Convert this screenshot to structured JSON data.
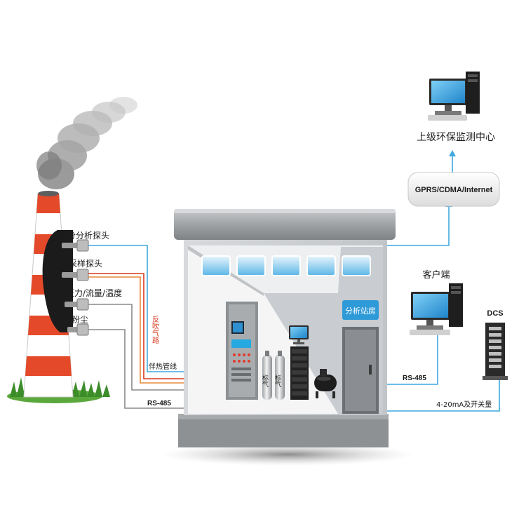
{
  "probes": {
    "moisture": "水分分析探头",
    "sampling": "采样探头",
    "pressure_flow_temp": "压力/流量/温度",
    "dust": "粉尘"
  },
  "lines": {
    "heat_trace": "伴热管线",
    "backflush": "反吹气路",
    "rs485_left": "RS-485",
    "rs485_right": "RS-485",
    "analog_switch": "4-20mA及开关量"
  },
  "station": {
    "label": "分析站房",
    "gas_bottle_1": "标气",
    "gas_bottle_2": "标气"
  },
  "network": {
    "gprs": "GPRS/CDMA/Internet"
  },
  "nodes": {
    "supervision_center": "上级环保监测中心",
    "client": "客户端",
    "dcs": "DCS"
  },
  "colors": {
    "line_blue": "#3fa9e0",
    "line_red": "#d9381e",
    "line_orange": "#e8883a",
    "line_gray": "#8a8a8a",
    "station_roof": "#9a9c9f",
    "station_label_bg": "#2e9ad8"
  }
}
